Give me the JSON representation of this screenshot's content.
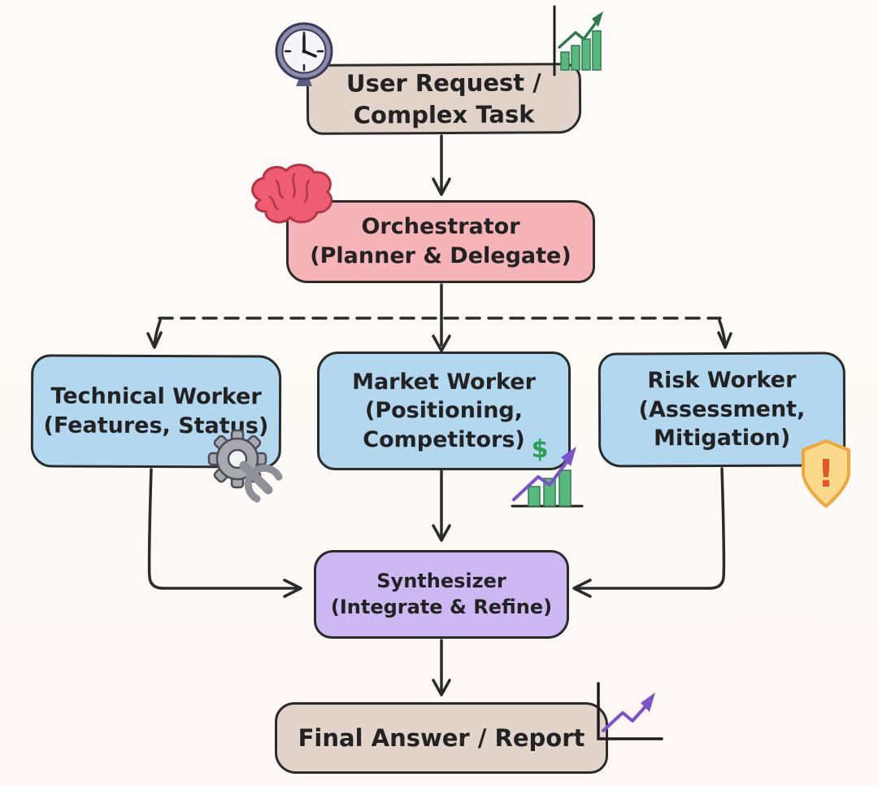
{
  "nodes": {
    "user_request": {
      "lines": [
        "User Request /",
        "Complex Task"
      ]
    },
    "orchestrator": {
      "lines": [
        "Orchestrator",
        "(Planner & Delegate)"
      ]
    },
    "technical_worker": {
      "lines": [
        "Technical Worker",
        "(Features, Status)"
      ]
    },
    "market_worker": {
      "lines": [
        "Market Worker",
        "(Positioning,",
        "Competitors)"
      ]
    },
    "risk_worker": {
      "lines": [
        "Risk Worker",
        "(Assessment,",
        "Mitigation)"
      ]
    },
    "synthesizer": {
      "lines": [
        "Synthesizer",
        "(Integrate & Refine)"
      ]
    },
    "final_answer": {
      "lines": [
        "Final Answer / Report"
      ]
    }
  },
  "edges": [
    {
      "from": "user_request",
      "to": "orchestrator",
      "style": "solid"
    },
    {
      "from": "orchestrator",
      "to": "technical_worker",
      "style": "dashed"
    },
    {
      "from": "orchestrator",
      "to": "market_worker",
      "style": "solid"
    },
    {
      "from": "orchestrator",
      "to": "risk_worker",
      "style": "dashed"
    },
    {
      "from": "technical_worker",
      "to": "synthesizer",
      "style": "solid"
    },
    {
      "from": "market_worker",
      "to": "synthesizer",
      "style": "solid"
    },
    {
      "from": "risk_worker",
      "to": "synthesizer",
      "style": "solid"
    },
    {
      "from": "synthesizer",
      "to": "final_answer",
      "style": "solid"
    }
  ],
  "icons": {
    "clock": "clock",
    "growth_chart": "bar-chart-rising-arrow",
    "brain": "brain",
    "gear_wrench": "gear-and-wrench",
    "dollar_growth": "dollar-bar-chart-rising-arrow",
    "shield_alert": "shield-exclamation",
    "report_chart": "line-chart-rising-arrow"
  },
  "glyphs": {
    "dollar": "$",
    "exclamation": "!"
  },
  "colors": {
    "background": "#fdfbf8",
    "node_border": "#2b2b2b",
    "user_request_bg": "#e2d4ca",
    "orchestrator_bg": "#f6b3b8",
    "worker_bg": "#b4d7f0",
    "synthesizer_bg": "#ccb8f2",
    "final_bg": "#e2d4ca",
    "arrow": "#2b2b2b",
    "chart_green": "#58b97d",
    "chart_green_dark": "#2f7a52",
    "arrow_purple": "#7c52c8",
    "brain_pink": "#ef5d72",
    "brain_outline": "#b23548",
    "clock_slate": "#8a8aac",
    "gear_gray": "#a8a8b0",
    "shield_yellow": "#fbd98c",
    "shield_outline": "#eda83f",
    "alert_orange": "#e2572b",
    "dollar_green": "#2f9e55"
  }
}
